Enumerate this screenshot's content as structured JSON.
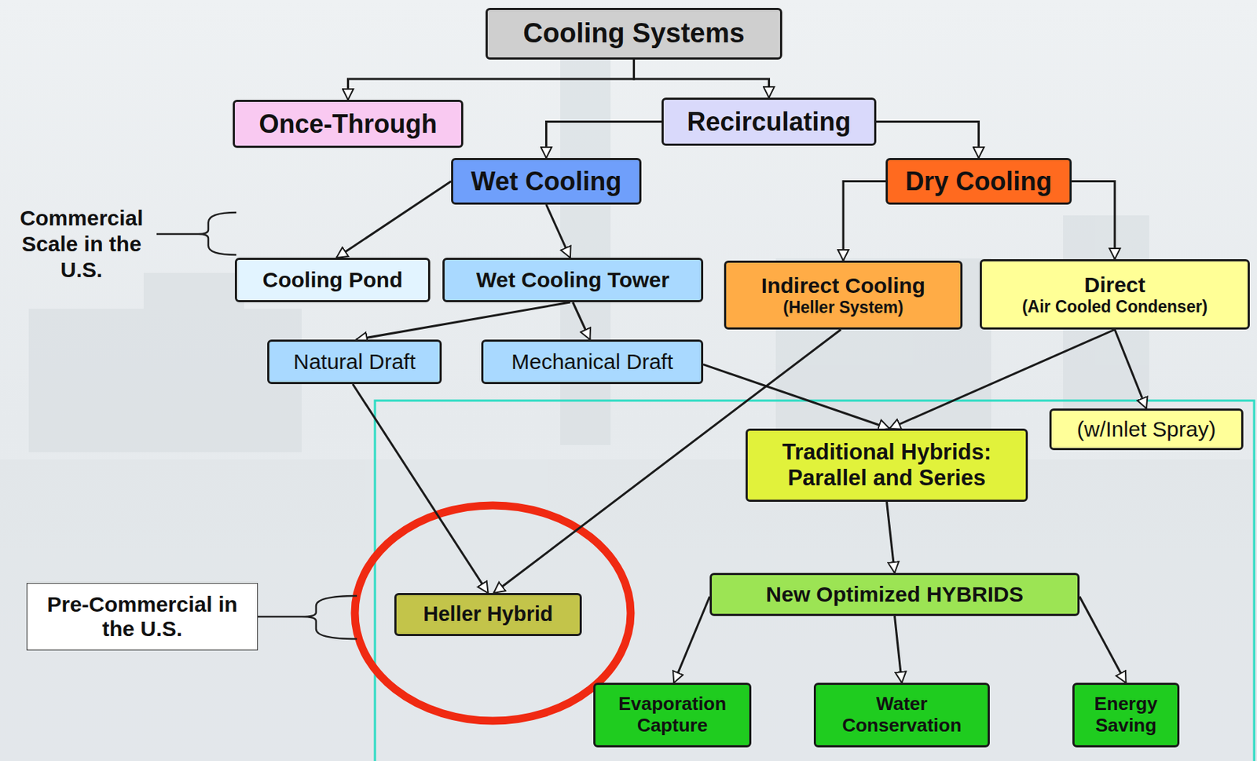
{
  "diagram": {
    "nodes": [
      {
        "text": [
          "Cooling Systems"
        ]
      },
      {
        "text": [
          "Once-Through"
        ]
      },
      {
        "text": [
          "Recirculating"
        ]
      },
      {
        "text": [
          "Wet Cooling"
        ]
      },
      {
        "text": [
          "Dry Cooling"
        ]
      },
      {
        "text": [
          "Cooling Pond"
        ]
      },
      {
        "text": [
          "Wet Cooling Tower"
        ]
      },
      {
        "text": [
          "Indirect Cooling",
          "(Heller System)"
        ]
      },
      {
        "text": [
          "Direct",
          "(Air Cooled Condenser)"
        ]
      },
      {
        "text": [
          "Natural Draft"
        ]
      },
      {
        "text": [
          "Mechanical Draft"
        ]
      },
      {
        "text": [
          "Traditional Hybrids: Parallel and Series"
        ]
      },
      {
        "text": [
          "(w/Inlet Spray)"
        ]
      },
      {
        "text": [
          "Heller Hybrid"
        ]
      },
      {
        "text": [
          "New Optimized HYBRIDS"
        ]
      },
      {
        "text": [
          "Evaporation Capture"
        ]
      },
      {
        "text": [
          "Water Conservation"
        ]
      },
      {
        "text": [
          "Energy Saving"
        ]
      },
      {
        "text": [
          "Pre-Commercial in the U.S."
        ]
      }
    ],
    "edges": [
      {
        "from": 0,
        "to": 1,
        "arrow": "to"
      },
      {
        "from": 0,
        "to": 2,
        "arrow": "to"
      },
      {
        "from": 2,
        "to": 3,
        "arrow": "to"
      },
      {
        "from": 2,
        "to": 4,
        "arrow": "to"
      },
      {
        "from": 3,
        "to": 5,
        "arrow": "to"
      },
      {
        "from": 3,
        "to": 6,
        "arrow": "to"
      },
      {
        "from": 4,
        "to": 7,
        "arrow": "to"
      },
      {
        "from": 4,
        "to": 8,
        "arrow": "to"
      },
      {
        "from": 6,
        "to": 9,
        "arrow": "to"
      },
      {
        "from": 6,
        "to": 10,
        "arrow": "to"
      },
      {
        "from": 9,
        "to": 13,
        "arrow": "to"
      },
      {
        "from": 7,
        "to": 13,
        "arrow": "to"
      },
      {
        "from": 10,
        "to": 11,
        "arrow": "to"
      },
      {
        "from": 8,
        "to": 11,
        "arrow": "to"
      },
      {
        "from": 8,
        "to": 12,
        "arrow": "to"
      },
      {
        "from": 11,
        "to": 14,
        "arrow": "to"
      },
      {
        "from": 14,
        "to": 15,
        "arrow": "to"
      },
      {
        "from": 14,
        "to": 16,
        "arrow": "to"
      },
      {
        "from": 14,
        "to": 17,
        "arrow": "to"
      }
    ],
    "labels": [
      "Commercial Scale in the U.S."
    ]
  }
}
